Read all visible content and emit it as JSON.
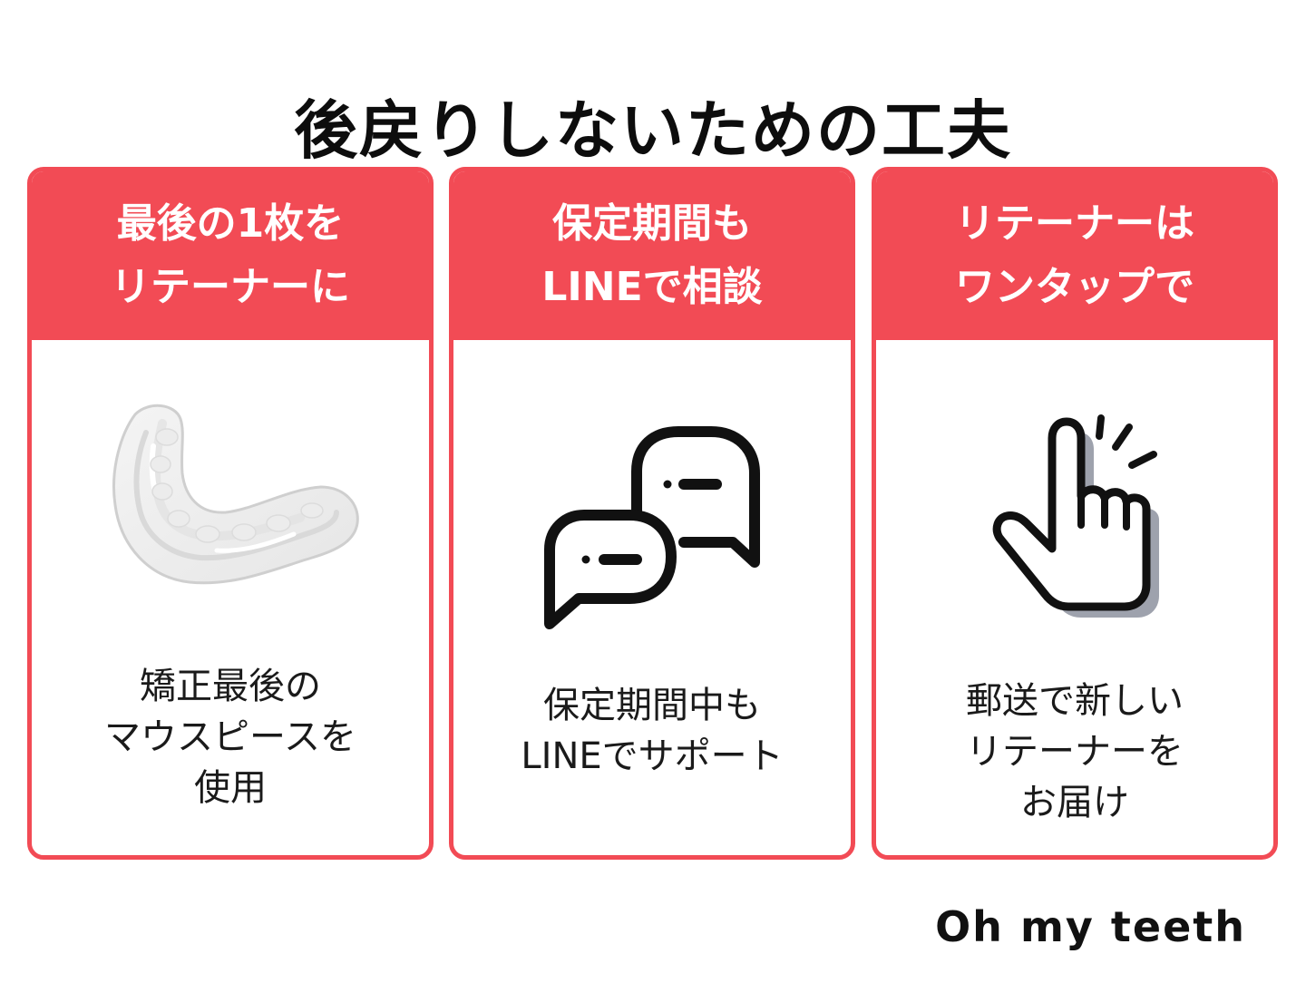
{
  "title": "後戻りしないための工夫",
  "cards": [
    {
      "header_lines": [
        "最後の1枚を",
        "リテーナーに"
      ],
      "illustration": "mouthpiece-image",
      "body_lines": [
        "矯正最後の",
        "マウスピースを",
        "使用"
      ]
    },
    {
      "header_lines": [
        "保定期間も",
        "LINEで相談"
      ],
      "illustration": "chat-bubbles-icon",
      "body_lines": [
        "保定期間中も",
        "LINEでサポート"
      ]
    },
    {
      "header_lines": [
        "リテーナーは",
        "ワンタップで"
      ],
      "illustration": "tap-hand-icon",
      "body_lines": [
        "郵送で新しい",
        "リテーナーを",
        "お届け"
      ]
    }
  ],
  "logo": "Oh my teeth",
  "colors": {
    "accent": "#f24b55",
    "text": "#111111",
    "background": "#ffffff"
  }
}
